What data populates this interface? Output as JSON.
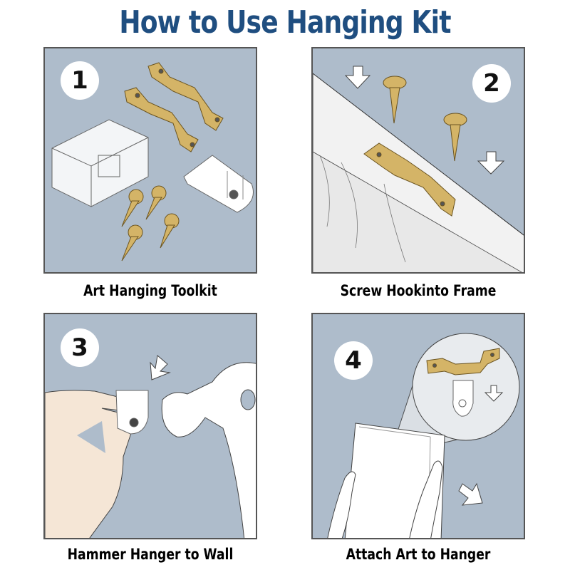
{
  "title": "How to Use Hanging Kit",
  "colors": {
    "title": "#1f4e80",
    "panel_background": "#aebccb",
    "brass": "#d4b467",
    "panel_border": "#555555"
  },
  "steps": [
    {
      "number": "1",
      "caption": "Art Hanging Toolkit",
      "illustration": "sawtooth-hangers-screws-hanger-pack"
    },
    {
      "number": "2",
      "caption": "Screw Hookinto Frame",
      "illustration": "screw-sawtooth-hanger-into-frame"
    },
    {
      "number": "3",
      "caption": "Hammer Hanger to Wall",
      "illustration": "hammer-nail-hanger-to-wall"
    },
    {
      "number": "4",
      "caption": "Attach Art to Hanger",
      "illustration": "hang-frame-on-wall-hanger"
    }
  ]
}
